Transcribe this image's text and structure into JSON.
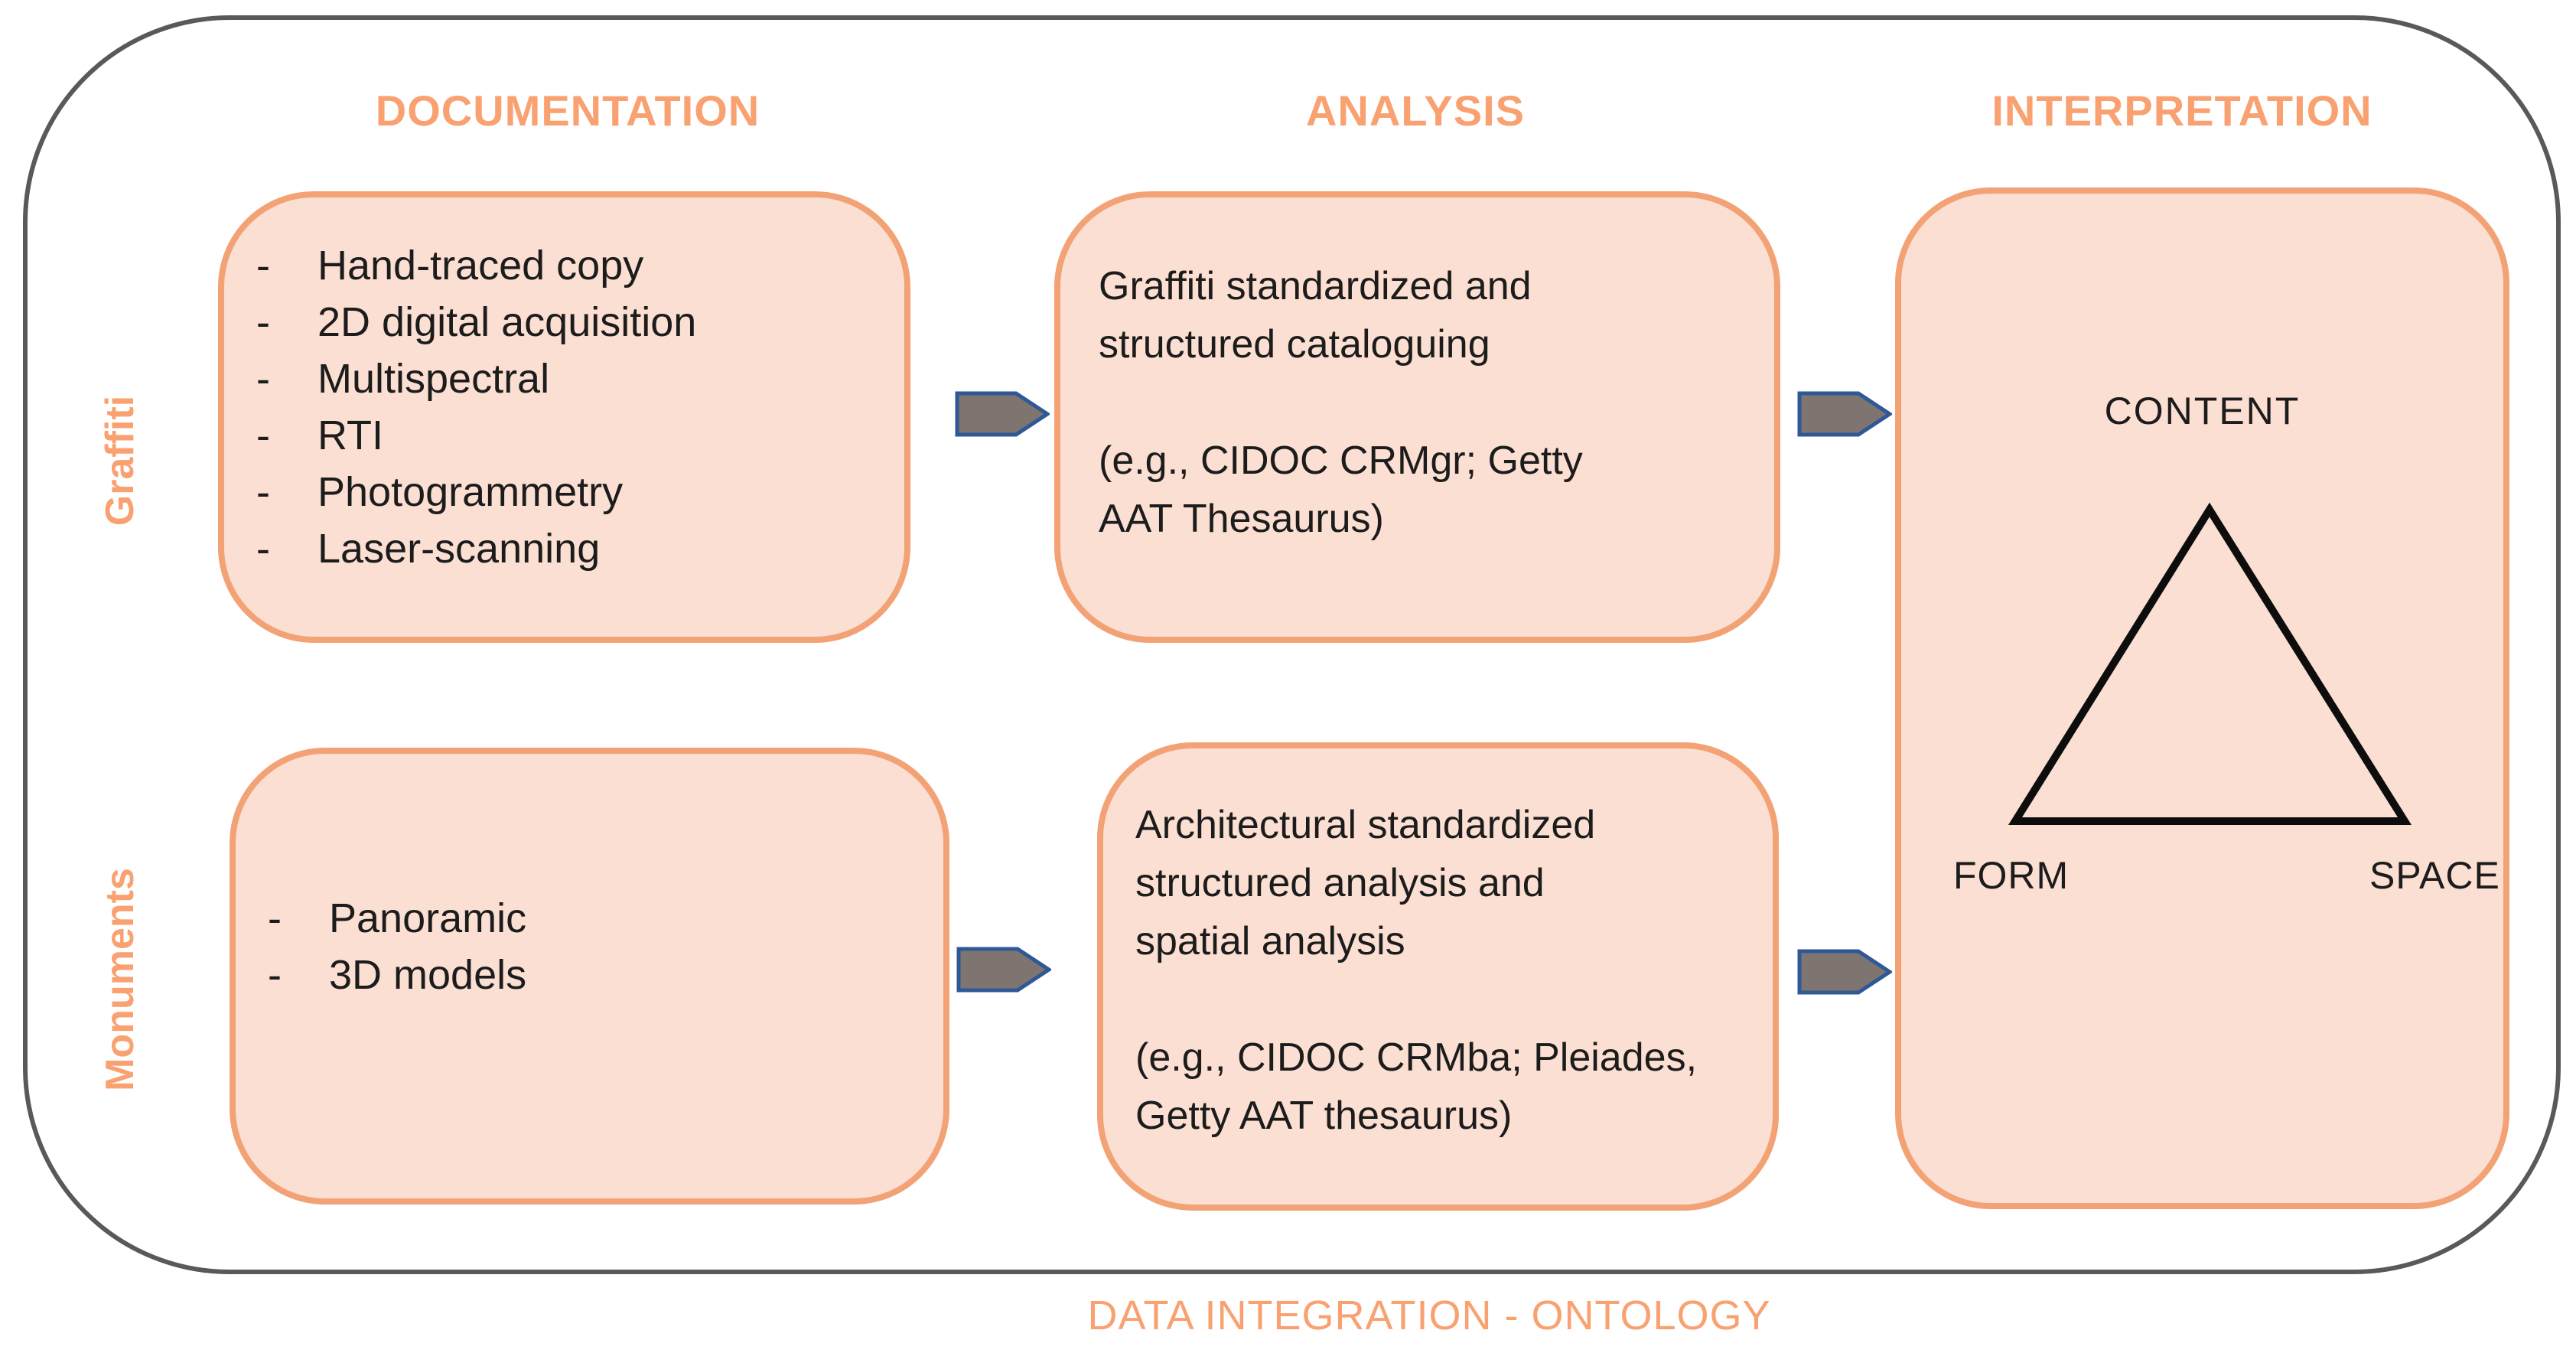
{
  "diagram": {
    "columns": [
      "DOCUMENTATION",
      "ANALYSIS",
      "INTERPRETATION"
    ],
    "rows": [
      "Graffiti",
      "Monuments"
    ],
    "footer": "DATA INTEGRATION - ONTOLOGY"
  },
  "list_marker": "-",
  "graffiti_documentation": {
    "items": [
      "Hand-traced copy",
      "2D digital acquisition",
      "Multispectral",
      "RTI",
      "Photogrammetry",
      "Laser-scanning"
    ]
  },
  "graffiti_analysis": {
    "text": "Graffiti standardized and structured cataloguing (e.g., CIDOC CRMgr; Getty AAT Thesaurus)",
    "lines": [
      "Graffiti standardized and",
      "structured cataloguing",
      "",
      "(e.g., CIDOC CRMgr; Getty",
      "AAT Thesaurus)"
    ]
  },
  "monuments_documentation": {
    "items": [
      "Panoramic",
      "3D models"
    ]
  },
  "monuments_analysis": {
    "text": "Architectural standardized structured analysis and spatial analysis (e.g., CIDOC CRMba; Pleiades, Getty AAT thesaurus)",
    "lines": [
      "Architectural standardized",
      "structured analysis and",
      "spatial analysis",
      "",
      "(e.g., CIDOC CRMba; Pleiades,",
      "Getty AAT thesaurus)"
    ]
  },
  "interpretation": {
    "top": "CONTENT",
    "bottom_left": "FORM",
    "bottom_right": "SPACE"
  },
  "colors": {
    "accent_orange": "#f9a170",
    "box_fill": "#fbdfd2",
    "box_border": "#f2a274",
    "frame_border": "#595959",
    "arrow_fill": "#7e7570",
    "arrow_border": "#2f5897",
    "text": "#1c1c1c"
  }
}
